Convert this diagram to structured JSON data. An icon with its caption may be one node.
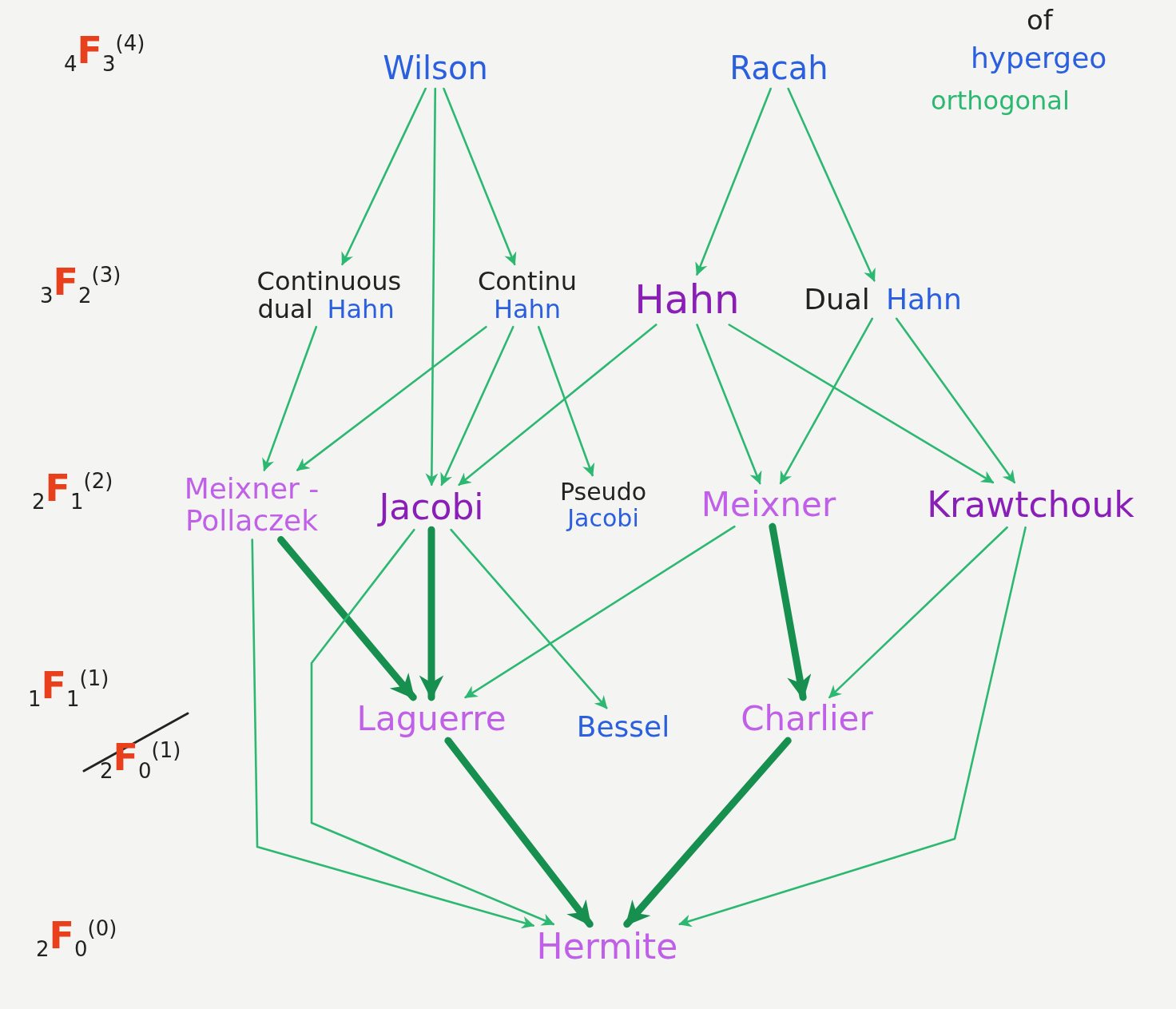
{
  "diagram": {
    "nodes": [
      {
        "text": [
          "Wilson"
        ]
      },
      {
        "text": [
          "Racah"
        ]
      },
      {
        "text": [
          "Continuous dual",
          "Hahn"
        ]
      },
      {
        "text": [
          "Continu",
          "Hahn"
        ]
      },
      {
        "text": [
          "Hahn"
        ]
      },
      {
        "text": [
          "Dual",
          "Hahn"
        ]
      },
      {
        "text": [
          "Meixner - Pollaczek"
        ]
      },
      {
        "text": [
          "Jacobi"
        ]
      },
      {
        "text": [
          "Pseudo",
          "Jacobi"
        ]
      },
      {
        "text": [
          "Meixner"
        ]
      },
      {
        "text": [
          "Krawtchouk"
        ]
      },
      {
        "text": [
          "Laguerre"
        ]
      },
      {
        "text": [
          "Bessel"
        ]
      },
      {
        "text": [
          "Charlier"
        ]
      },
      {
        "text": [
          "Hermite"
        ]
      }
    ],
    "edges": [
      {
        "from": 0,
        "to": 2,
        "arrow": "to"
      },
      {
        "from": 0,
        "to": 7,
        "arrow": "to"
      },
      {
        "from": 0,
        "to": 3,
        "arrow": "to"
      },
      {
        "from": 1,
        "to": 4,
        "arrow": "to"
      },
      {
        "from": 1,
        "to": 5,
        "arrow": "to"
      },
      {
        "from": 2,
        "to": 6,
        "arrow": "to"
      },
      {
        "from": 3,
        "to": 6,
        "arrow": "to"
      },
      {
        "from": 3,
        "to": 7,
        "arrow": "to"
      },
      {
        "from": 3,
        "to": 8,
        "arrow": "to"
      },
      {
        "from": 4,
        "to": 7,
        "arrow": "to"
      },
      {
        "from": 4,
        "to": 9,
        "arrow": "to"
      },
      {
        "from": 4,
        "to": 10,
        "arrow": "to"
      },
      {
        "from": 5,
        "to": 9,
        "arrow": "to"
      },
      {
        "from": 5,
        "to": 10,
        "arrow": "to"
      },
      {
        "from": 6,
        "to": 11,
        "arrow": "to",
        "style": "thick",
        "color": "#17904f"
      },
      {
        "from": 6,
        "to": 14,
        "arrow": "to"
      },
      {
        "from": 7,
        "to": 11,
        "arrow": "to",
        "style": "thick",
        "color": "#17904f"
      },
      {
        "from": 7,
        "to": 12,
        "arrow": "to"
      },
      {
        "from": 7,
        "to": 14,
        "arrow": "to"
      },
      {
        "from": 9,
        "to": 11,
        "arrow": "to"
      },
      {
        "from": 9,
        "to": 13,
        "arrow": "to",
        "style": "thick",
        "color": "#17904f"
      },
      {
        "from": 10,
        "to": 13,
        "arrow": "to"
      },
      {
        "from": 10,
        "to": 14,
        "arrow": "to"
      },
      {
        "from": 11,
        "to": 14,
        "arrow": "to",
        "style": "thick",
        "color": "#17904f"
      },
      {
        "from": 13,
        "to": 14,
        "arrow": "to",
        "style": "thick",
        "color": "#17904f"
      }
    ],
    "labels": [
      "$_{4}$F$_{3}$$^{(4)}$",
      "of",
      "hypergeo",
      "orthogonal",
      "$_{3}$F$_{2}$$^{(3)}$",
      "$_{2}$F$_{1}$$^{(2)}$",
      "$_{1}$F$_{1}$$^{(1)}$",
      "$_{2}$F$_{0}$$^{(1)}$",
      "$_{2}$F$_{0}$$^{(0)}$"
    ]
  }
}
